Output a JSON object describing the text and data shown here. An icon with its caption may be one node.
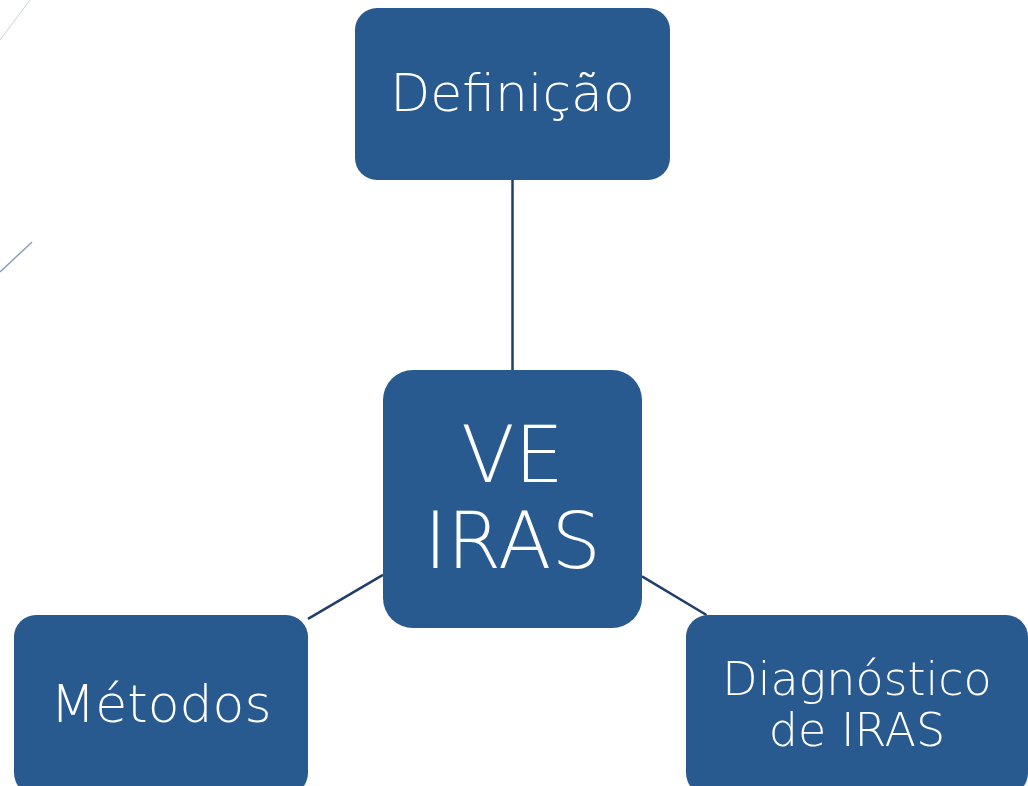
{
  "diagram": {
    "nodes": [
      {
        "text": [
          "Definição"
        ]
      },
      {
        "text": [
          "VE IRAS"
        ]
      },
      {
        "text": [
          "Métodos"
        ]
      },
      {
        "text": [
          "Diagnóstico de IRAS"
        ]
      }
    ],
    "edges": [
      {
        "from": 1,
        "to": 0,
        "arrow": "none"
      },
      {
        "from": 1,
        "to": 2,
        "arrow": "none"
      },
      {
        "from": 1,
        "to": 3,
        "arrow": "none"
      }
    ]
  }
}
